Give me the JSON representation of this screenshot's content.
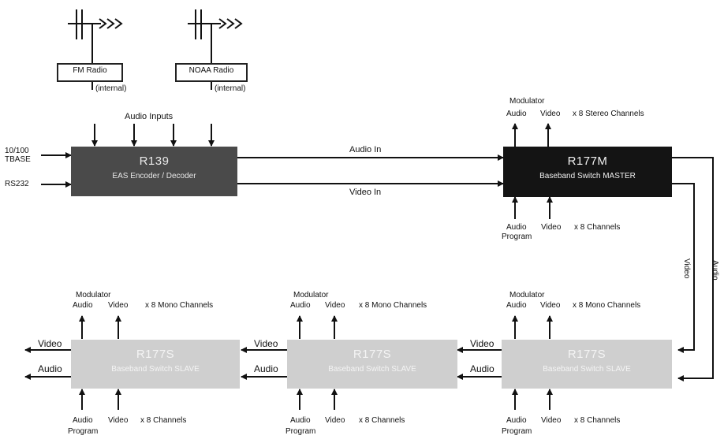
{
  "fm_radio": {
    "label": "FM Radio",
    "sub": "(internal)"
  },
  "noaa_radio": {
    "label": "NOAA Radio",
    "sub": "(internal)"
  },
  "audio_inputs": "Audio Inputs",
  "inputs": {
    "ethernet_1": "10/100",
    "ethernet_2": "TBASE",
    "serial": "RS232"
  },
  "r139": {
    "name": "R139",
    "desc": "EAS Encoder / Decoder"
  },
  "links": {
    "audio_in": "Audio In",
    "video_in": "Video In"
  },
  "r177m": {
    "name": "R177M",
    "desc": "Baseband Switch MASTER",
    "top": {
      "modulator": "Modulator",
      "audio": "Audio",
      "video": "Video",
      "channels": "x 8 Stereo Channels"
    },
    "bottom": {
      "audio": "Audio",
      "program": "Program",
      "video": "Video",
      "channels": "x 8 Channels"
    }
  },
  "vertical": {
    "video": "Video",
    "audio": "Audio"
  },
  "slaves": [
    {
      "name": "R177S",
      "desc": "Baseband Switch SLAVE",
      "top": {
        "modulator": "Modulator",
        "audio": "Audio",
        "video": "Video",
        "channels": "x 8 Mono Channels"
      },
      "bottom": {
        "audio": "Audio",
        "program": "Program",
        "video": "Video",
        "channels": "x 8 Channels"
      },
      "out_video": "Video",
      "out_audio": "Audio"
    },
    {
      "name": "R177S",
      "desc": "Baseband Switch SLAVE",
      "top": {
        "modulator": "Modulator",
        "audio": "Audio",
        "video": "Video",
        "channels": "x 8 Mono Channels"
      },
      "bottom": {
        "audio": "Audio",
        "program": "Program",
        "video": "Video",
        "channels": "x 8 Channels"
      },
      "out_video": "Video",
      "out_audio": "Audio"
    },
    {
      "name": "R177S",
      "desc": "Baseband Switch SLAVE",
      "top": {
        "modulator": "Modulator",
        "audio": "Audio",
        "video": "Video",
        "channels": "x 8 Mono Channels"
      },
      "bottom": {
        "audio": "Audio",
        "program": "Program",
        "video": "Video",
        "channels": "x 8 Channels"
      },
      "out_video": "Video",
      "out_audio": "Audio"
    }
  ],
  "colors": {
    "r139": "#4a4a4a",
    "r177m": "#141414",
    "r177s": "#cfcfcf",
    "lines": "#111111"
  }
}
